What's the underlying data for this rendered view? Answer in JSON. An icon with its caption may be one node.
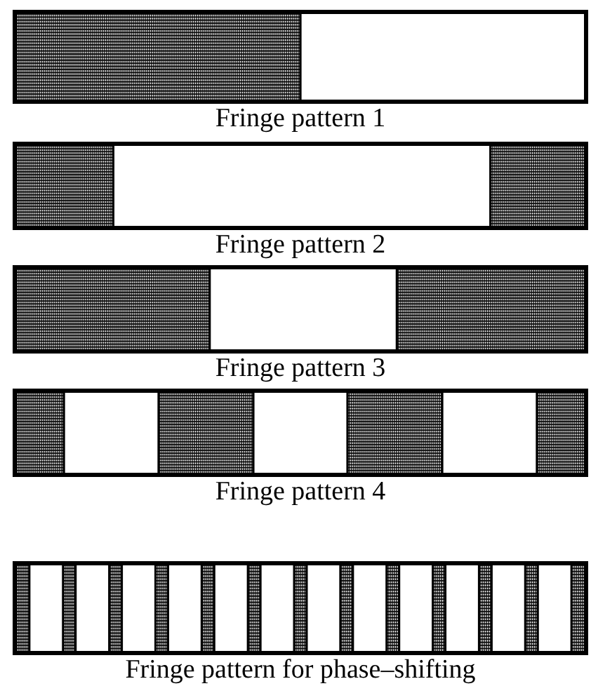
{
  "diagram": {
    "nodes": [
      {
        "text": [
          "Fringe pattern 1"
        ]
      },
      {
        "text": [
          "Fringe pattern 2"
        ]
      },
      {
        "text": [
          "Fringe pattern 3"
        ]
      },
      {
        "text": [
          "Fringe pattern 4"
        ]
      },
      {
        "text": [
          "Fringe pattern for phase–shifting"
        ]
      }
    ]
  }
}
